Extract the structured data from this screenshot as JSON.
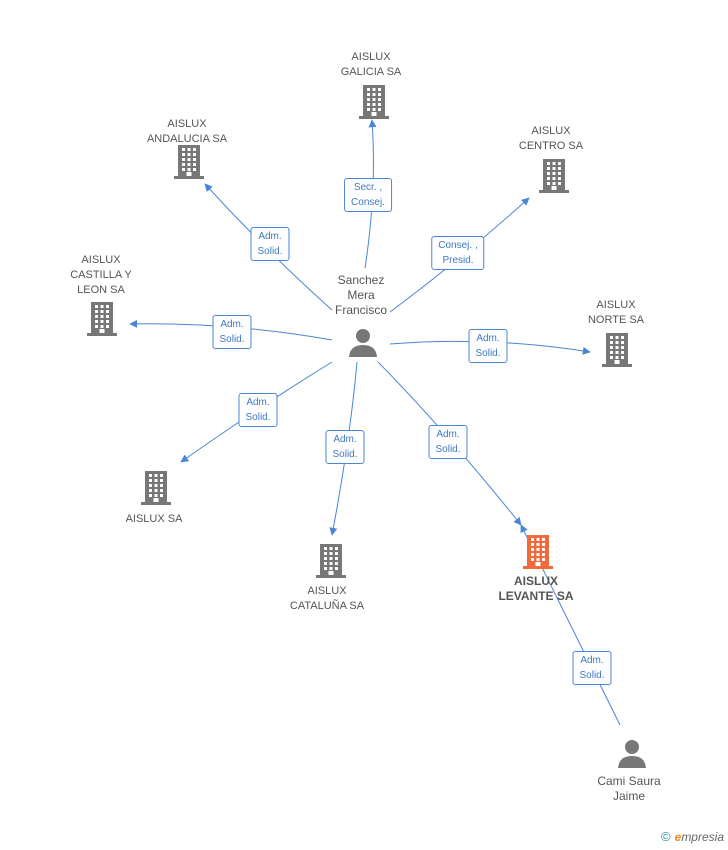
{
  "nodes": [
    {
      "id": "galicia",
      "kind": "company",
      "label": "AISLUX\nGALICIA SA"
    },
    {
      "id": "andalucia",
      "kind": "company",
      "label": "AISLUX\nANDALUCIA SA"
    },
    {
      "id": "centro",
      "kind": "company",
      "label": "AISLUX\nCENTRO SA"
    },
    {
      "id": "castilla",
      "kind": "company",
      "label": "AISLUX\nCASTILLA Y\nLEON SA"
    },
    {
      "id": "norte",
      "kind": "company",
      "label": "AISLUX\nNORTE SA"
    },
    {
      "id": "aislux",
      "kind": "company",
      "label": "AISLUX SA"
    },
    {
      "id": "cataluna",
      "kind": "company",
      "label": "AISLUX\nCATALUÑA SA"
    },
    {
      "id": "levante",
      "kind": "company",
      "label": "AISLUX\nLEVANTE SA",
      "focus": true
    },
    {
      "id": "sanchez",
      "kind": "person",
      "label": "Sanchez\nMera\nFrancisco"
    },
    {
      "id": "cami",
      "kind": "person",
      "label": "Cami Saura\nJaime"
    }
  ],
  "edges": [
    {
      "from": "sanchez",
      "to": "galicia",
      "label": "Secr. ,\nConsej."
    },
    {
      "from": "sanchez",
      "to": "andalucia",
      "label": "Adm.\nSolid."
    },
    {
      "from": "sanchez",
      "to": "centro",
      "label": "Consej. ,\nPresid."
    },
    {
      "from": "sanchez",
      "to": "castilla",
      "label": "Adm.\nSolid."
    },
    {
      "from": "sanchez",
      "to": "norte",
      "label": "Adm.\nSolid."
    },
    {
      "from": "sanchez",
      "to": "aislux",
      "label": "Adm.\nSolid."
    },
    {
      "from": "sanchez",
      "to": "cataluna",
      "label": "Adm.\nSolid."
    },
    {
      "from": "sanchez",
      "to": "levante",
      "label": "Adm.\nSolid."
    },
    {
      "from": "cami",
      "to": "levante",
      "label": "Adm.\nSolid."
    }
  ],
  "colors": {
    "edge": "#4a86d4",
    "company": "#777777",
    "focus_company": "#f26a3c",
    "person": "#777777"
  },
  "icons": {
    "company": "building-icon",
    "person": "person-icon"
  },
  "brand": {
    "copyright": "©",
    "first_letter": "e",
    "rest": "mpresia"
  }
}
